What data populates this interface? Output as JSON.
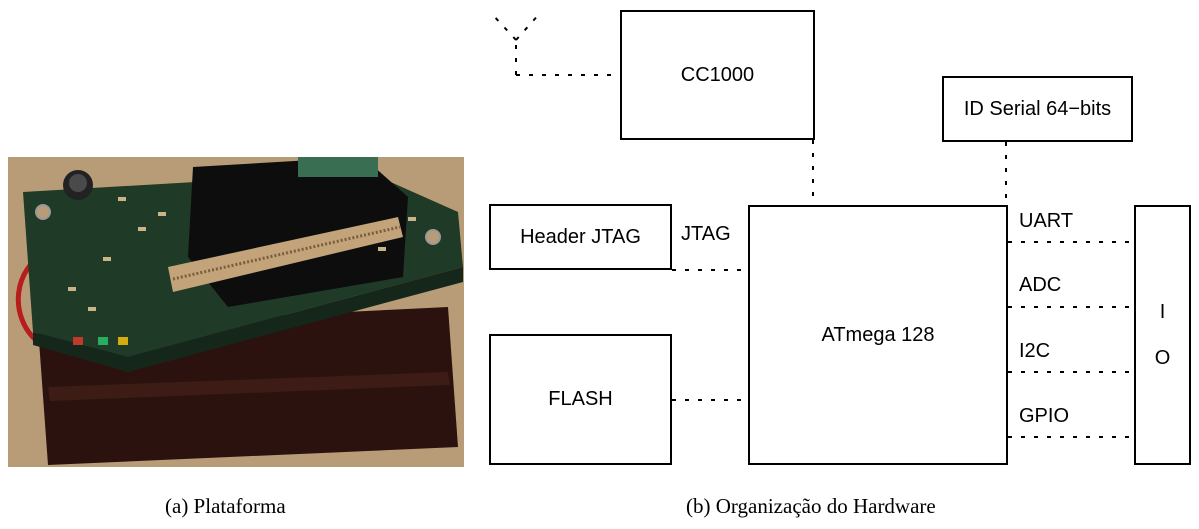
{
  "photo": {
    "description_icon": "sensor-board-photo",
    "colors": {
      "background": "#b89c77",
      "board": "#1f3a26",
      "battery": "#2b120e",
      "connector": "#c2a37a"
    }
  },
  "diagram": {
    "blocks": {
      "cc1000": "CC1000",
      "id_serial": "ID Serial 64−bits",
      "header_jtag": "Header JTAG",
      "flash": "FLASH",
      "atmega": "ATmega 128",
      "io_top": "I",
      "io_bottom": "O"
    },
    "link_labels": {
      "jtag": "JTAG",
      "uart": "UART",
      "adc": "ADC",
      "i2c": "I2C",
      "gpio": "GPIO"
    }
  },
  "captions": {
    "a": "(a)  Plataforma",
    "b": "(b)  Organização do Hardware"
  }
}
